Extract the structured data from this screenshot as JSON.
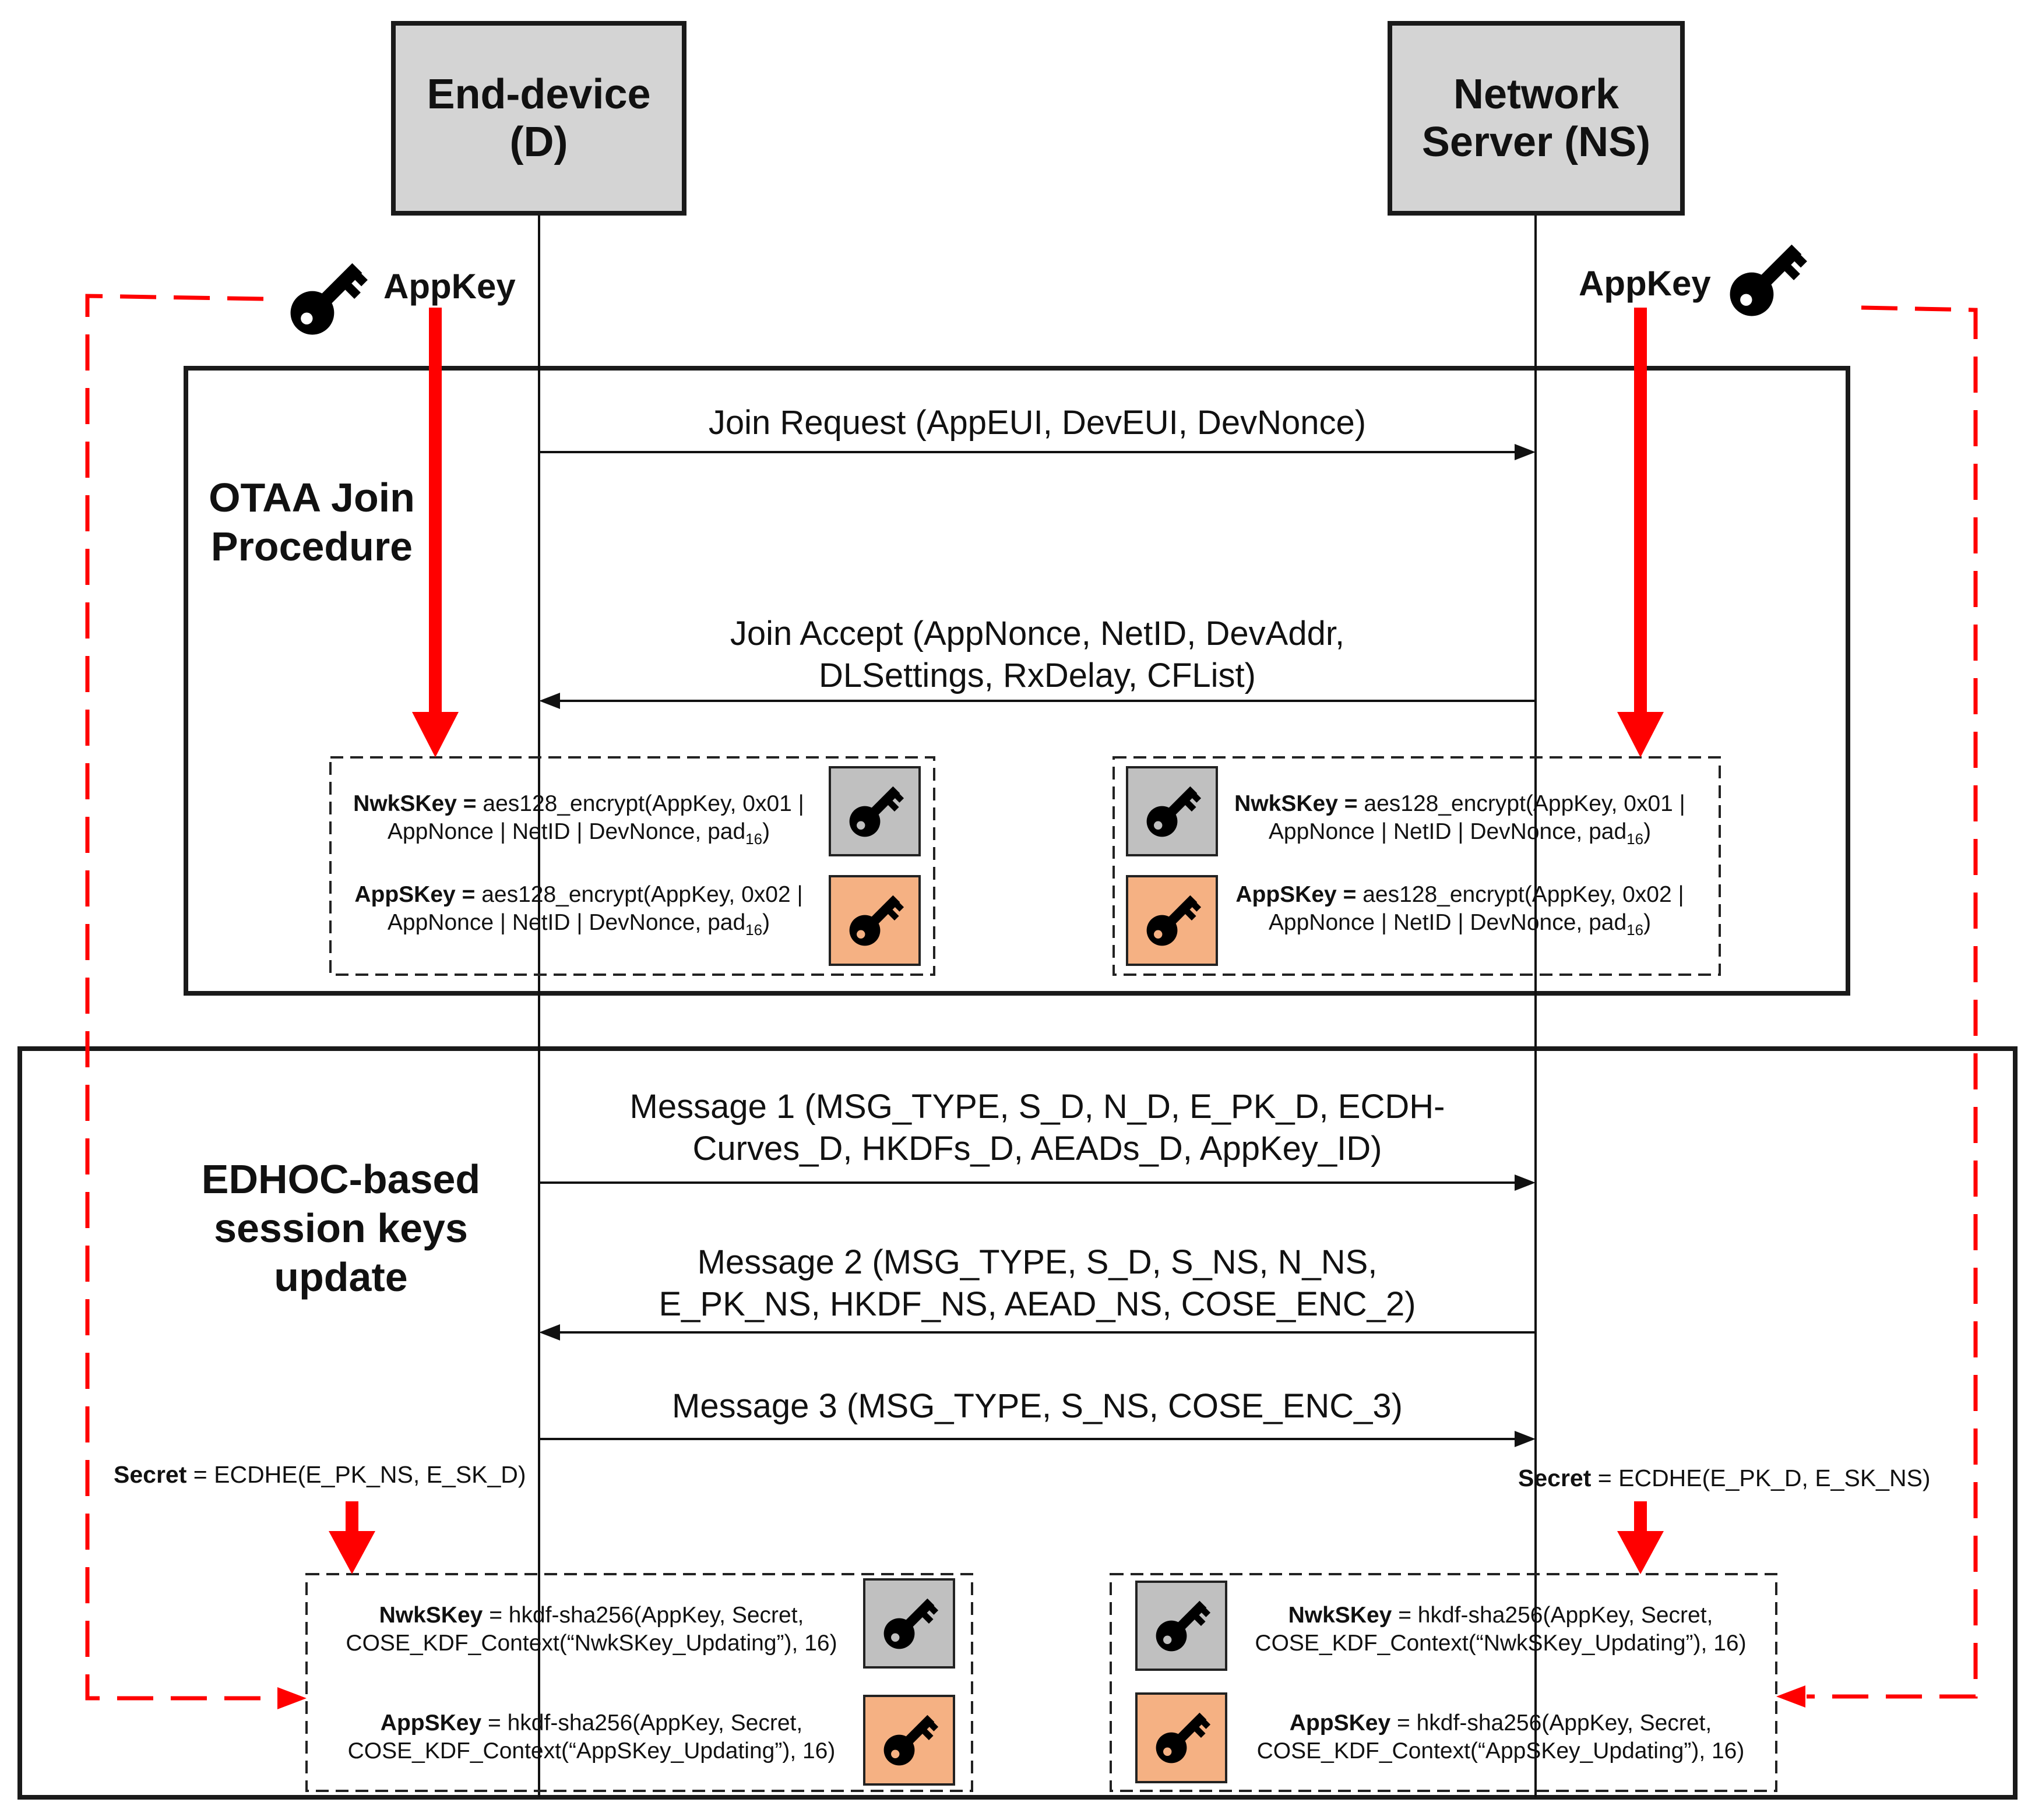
{
  "actors": {
    "device": {
      "label": "End-device\n(D)"
    },
    "server": {
      "label": "Network\nServer (NS)"
    }
  },
  "appkey": {
    "left_label": "AppKey",
    "right_label": "AppKey"
  },
  "otaa": {
    "title": "OTAA Join\nProcedure",
    "join_request": "Join Request (AppEUI, DevEUI, DevNonce)",
    "join_accept": "Join Accept (AppNonce, NetID, DevAddr,\nDLSettings, RxDelay, CFList)",
    "nwk_name": "NwkSKey",
    "nwk_eq": " = ",
    "nwk_expr1": "aes128_encrypt(AppKey, 0x01 |",
    "nwk_expr2": "AppNonce | NetID | DevNonce, pad",
    "app_name": "AppSKey",
    "app_eq": " = ",
    "app_expr1": "aes128_encrypt(AppKey, 0x02 |",
    "app_expr2": "AppNonce | NetID | DevNonce, pad",
    "pad_sub": "16",
    "close_paren": ")"
  },
  "edhoc": {
    "title": "EDHOC-based\nsession keys\nupdate",
    "message1": "Message 1 (MSG_TYPE, S_D, N_D, E_PK_D, ECDH-\nCurves_D, HKDFs_D, AEADs_D, AppKey_ID)",
    "message2": "Message 2 (MSG_TYPE, S_D, S_NS, N_NS,\nE_PK_NS, HKDF_NS, AEAD_NS, COSE_ENC_2)",
    "message3": "Message 3 (MSG_TYPE, S_NS, COSE_ENC_3)",
    "secret_name": "Secret",
    "secret_eq": " = ",
    "secret_left_expr": "ECDHE(E_PK_NS, E_SK_D)",
    "secret_right_expr": "ECDHE(E_PK_D, E_SK_NS)",
    "nwk_name": "NwkSKey",
    "nwk_expr1": " = hkdf-sha256(AppKey, Secret,",
    "nwk_expr2": "COSE_KDF_Context(“NwkSKey_Updating”), 16)",
    "app_name": "AppSKey",
    "app_expr1": " = hkdf-sha256(AppKey, Secret,",
    "app_expr2": "COSE_KDF_Context(“AppSKey_Updating”), 16)"
  },
  "colors": {
    "actor_fill": "#d4d4d4",
    "red": "#ff0000",
    "nwk_key_tile": "#c0c0c0",
    "app_key_tile": "#f5b183",
    "line": "#111111"
  },
  "icons": [
    "key-icon"
  ]
}
